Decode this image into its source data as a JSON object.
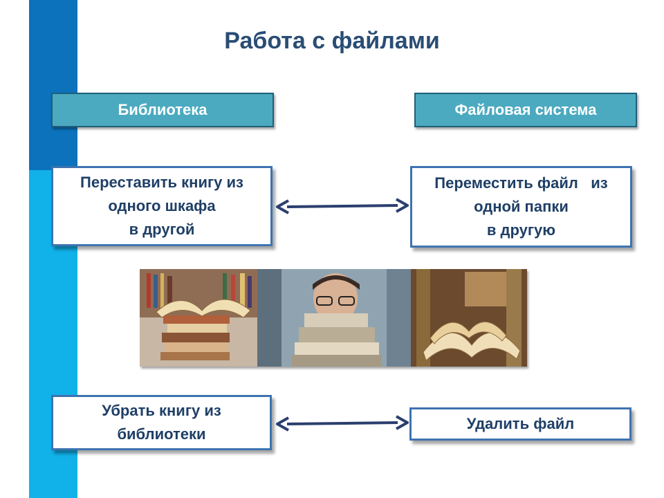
{
  "slide": {
    "title": "Работа с файлами",
    "columns": {
      "left": "Библиотека",
      "right": "Файловая система"
    },
    "pairs": [
      {
        "left": [
          "Переставить книгу из",
          "одного шкафа",
          "в другой"
        ],
        "right": [
          "Переместить файл   из",
          "одной папки",
          "в другую"
        ]
      },
      {
        "left": [
          "Убрать книгу из",
          "библиотеки"
        ],
        "right": [
          "Удалить файл"
        ]
      }
    ]
  },
  "colors": {
    "accent_dark": "#0b72bb",
    "accent_light": "#11b1ea",
    "header_fill": "#4baabf",
    "card_border": "#3d73b0",
    "text": "#1f3f66"
  },
  "icons": [
    "double-arrow-icon",
    "books-photo"
  ]
}
